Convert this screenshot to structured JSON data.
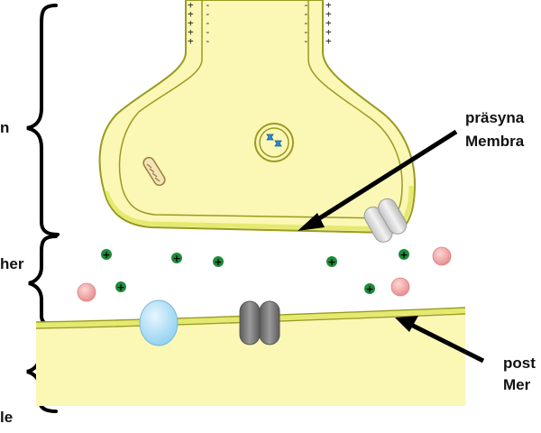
{
  "labels": {
    "presynaptic_left": "n",
    "cleft_left": "her",
    "postsynaptic_left": "le",
    "presynaptic_membrane_line1": "präsyna",
    "presynaptic_membrane_line2": "Membra",
    "postsynaptic_membrane_line1": "post",
    "postsynaptic_membrane_line2": "Mer"
  },
  "membrane_charges": {
    "inner": "-",
    "outer": "+"
  },
  "ion_symbol": "+",
  "colors": {
    "cytoplasm": "#fbf7b5",
    "membrane_fill": "#e4ea6f",
    "membrane_edge": "#9a9b22",
    "ion_green": "#1f8b3a",
    "ion_pink": "#f2a5a5",
    "channel_grey": "#777777",
    "channel_light": "#d8d8d8",
    "channel_blue": "#b7e0f7",
    "arrow": "#000000"
  }
}
